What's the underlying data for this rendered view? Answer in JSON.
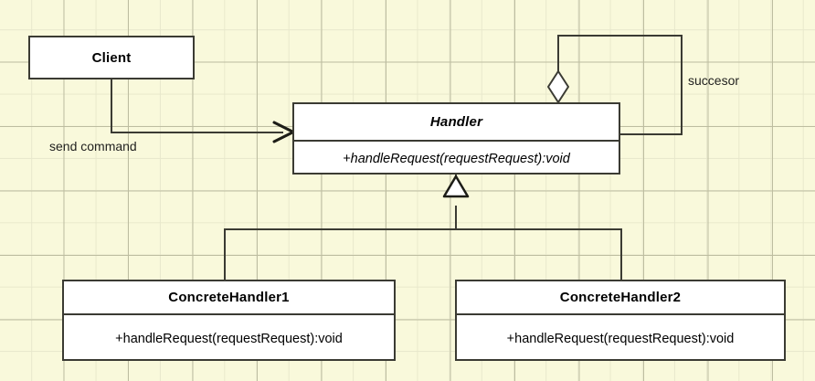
{
  "diagram": {
    "title": "Chain of Responsibility UML class diagram",
    "notation": "UML",
    "background_color": "#f9f9db",
    "grid_line_color": "#bdbda0",
    "line_color": "#3b3b33",
    "box_fill_color": "#ffffff"
  },
  "classes": {
    "client": {
      "name": "Client",
      "abstract": false,
      "operations": []
    },
    "handler": {
      "name": "Handler",
      "abstract": true,
      "operations": [
        "+handleRequest(requestRequest):void"
      ]
    },
    "concrete_handler_1": {
      "name": "ConcreteHandler1",
      "abstract": false,
      "operations": [
        "+handleRequest(requestRequest):void"
      ]
    },
    "concrete_handler_2": {
      "name": "ConcreteHandler2",
      "abstract": false,
      "operations": [
        "+handleRequest(requestRequest):void"
      ]
    }
  },
  "relationships": [
    {
      "id": "client-to-handler",
      "type": "association",
      "from": "Client",
      "to": "Handler",
      "label": "send command",
      "arrow": "open-arrow"
    },
    {
      "id": "handler-successor",
      "type": "aggregation",
      "from": "Handler",
      "to": "Handler",
      "label": "succesor",
      "arrow": "hollow-diamond"
    },
    {
      "id": "concrete1-generalization",
      "type": "generalization",
      "from": "ConcreteHandler1",
      "to": "Handler",
      "label": "",
      "arrow": "hollow-triangle"
    },
    {
      "id": "concrete2-generalization",
      "type": "generalization",
      "from": "ConcreteHandler2",
      "to": "Handler",
      "label": "",
      "arrow": "hollow-triangle"
    }
  ],
  "labels": {
    "send_command": "send command",
    "successor": "succesor"
  }
}
